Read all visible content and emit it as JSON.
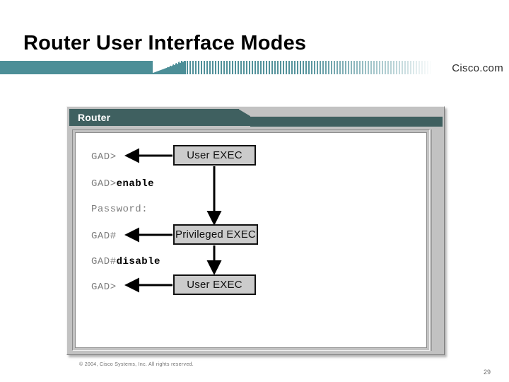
{
  "slide": {
    "title": "Router User Interface Modes",
    "brand": "Cisco.com",
    "copyright": "© 2004, Cisco Systems, Inc. All rights reserved.",
    "page_number": "29"
  },
  "colors": {
    "banner_teal": "#4c8e97",
    "titlebar_teal": "#3f6060",
    "window_gray": "#c2c2c2",
    "box_gray": "#cbcbcb",
    "terminal_white": "#ffffff",
    "prompt_gray": "#7d7d7d",
    "command_black": "#000000"
  },
  "window": {
    "title": "Router",
    "terminal": {
      "lines": [
        {
          "prompt": "GAD>",
          "command": ""
        },
        {
          "prompt": "GAD>",
          "command": "enable"
        },
        {
          "prompt": "Password:",
          "command": ""
        },
        {
          "prompt": "GAD#",
          "command": ""
        },
        {
          "prompt": "GAD#",
          "command": "disable"
        },
        {
          "prompt": "GAD>",
          "command": ""
        }
      ]
    },
    "flow_boxes": [
      {
        "label": "User EXEC"
      },
      {
        "label": "Privileged EXEC"
      },
      {
        "label": "User EXEC"
      }
    ]
  }
}
